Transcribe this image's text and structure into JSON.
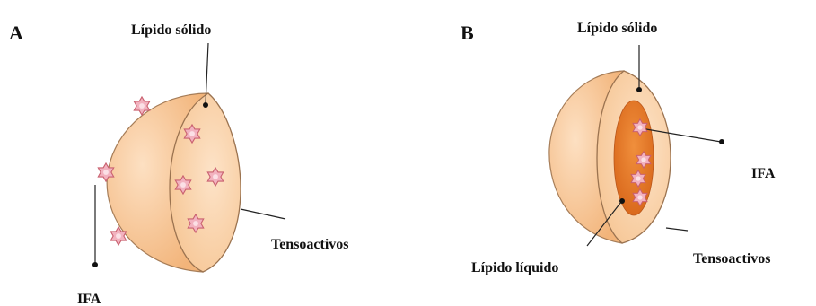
{
  "panels": [
    {
      "letter": "A",
      "solid_lipid_label": "Lípido sólido",
      "surfactant_label": "Tensoactivos",
      "api_label": "IFA"
    },
    {
      "letter": "B",
      "solid_lipid_label": "Lípido sólido",
      "liquid_lipid_label": "Lípido líquido",
      "surfactant_label": "Tensoactivos",
      "api_label": "IFA"
    }
  ],
  "colors": {
    "particle_shell": "#f7c38f",
    "particle_face": "#fbd2a6",
    "particle_outline": "#9b7350",
    "liquid_core": "#e57a28",
    "drug_molecule": "#f2b2bf",
    "drug_outline": "#c9606f",
    "leader_line": "#222222"
  },
  "icons": [
    "drug-molecule-icon"
  ]
}
